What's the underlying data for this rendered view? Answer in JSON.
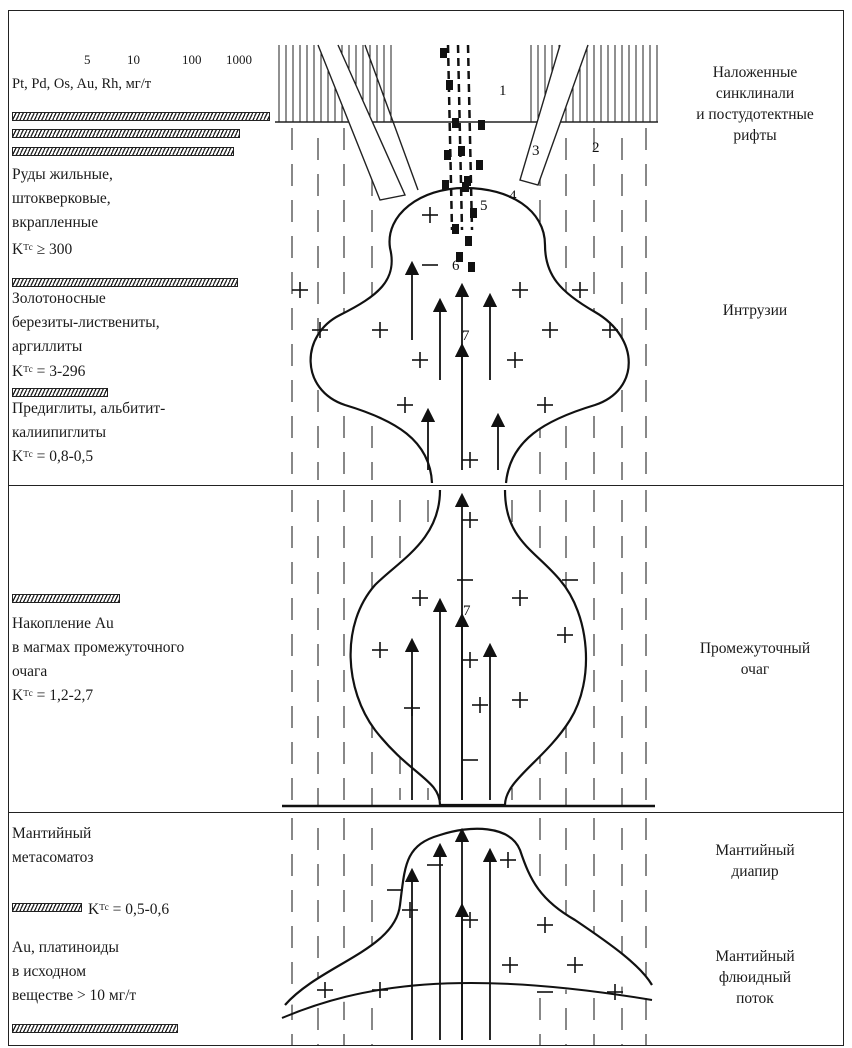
{
  "scale": {
    "ticks": [
      "5",
      "10",
      "100",
      "1000"
    ],
    "elements_label": "Pt, Pd, Os, Au, Rh, мг/т"
  },
  "left_column": {
    "ores_label": "Руды жильные,\nштокверковые,\nвкрапленные",
    "ores_k": "Kᵀᶜ ≥ 300",
    "gold_label": "Золотоносные\nберезиты-листвениты,\nаргиллиты",
    "gold_k": "Kᵀᶜ = 3-296",
    "predites_label": "Предиглиты, альбитит-\nкалиипиглиты",
    "predites_k": "Kᵀᶜ = 0,8-0,5",
    "accum_label": "Накопление Au\nв магмах промежуточного\nочага",
    "accum_k": "Kᵀᶜ = 1,2-2,7",
    "mantle_meta_label": "Мантийный\nметасоматоз",
    "mantle_meta_k": "Kᵀᶜ = 0,5-0,6",
    "au_label": "Au, платиноиды\nв исходном\nвеществе > 10 мг/т"
  },
  "right_column": {
    "top_label": "Наложенные\nсинклинали\nи постудотектные\nрифты",
    "intrusions_label": "Интрузии",
    "chamber_label": "Промежуточный\nочаг",
    "diapir_label": "Мантийный\nдиапир",
    "flow_label": "Мантийный\nфлюидный\nпоток"
  },
  "callouts": [
    "1",
    "2",
    "3",
    "4",
    "5",
    "6",
    "7",
    "7"
  ]
}
